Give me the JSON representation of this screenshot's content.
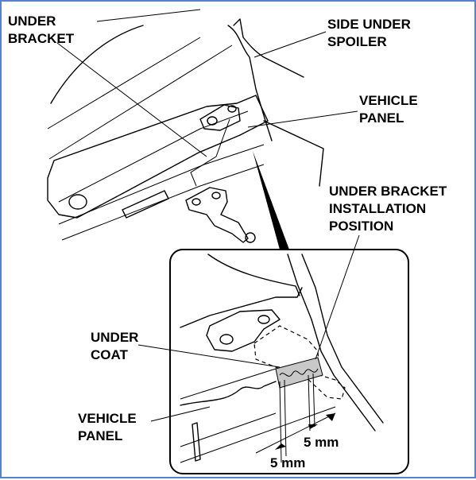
{
  "labels": {
    "under_bracket": [
      "UNDER",
      "BRACKET"
    ],
    "side_under_spoiler": [
      "SIDE UNDER",
      "SPOILER"
    ],
    "vehicle_panel_top": [
      "VEHICLE",
      "PANEL"
    ],
    "installation_position": [
      "UNDER BRACKET",
      "INSTALLATION",
      "POSITION"
    ],
    "under_coat": [
      "UNDER",
      "COAT"
    ],
    "vehicle_panel_detail": [
      "VEHICLE",
      "PANEL"
    ],
    "dim_right": "5 mm",
    "dim_left": "5 mm"
  },
  "colors": {
    "frame": "#5a7fd0",
    "under_coat_fill": "#c8c8c8",
    "ink": "#000000"
  }
}
